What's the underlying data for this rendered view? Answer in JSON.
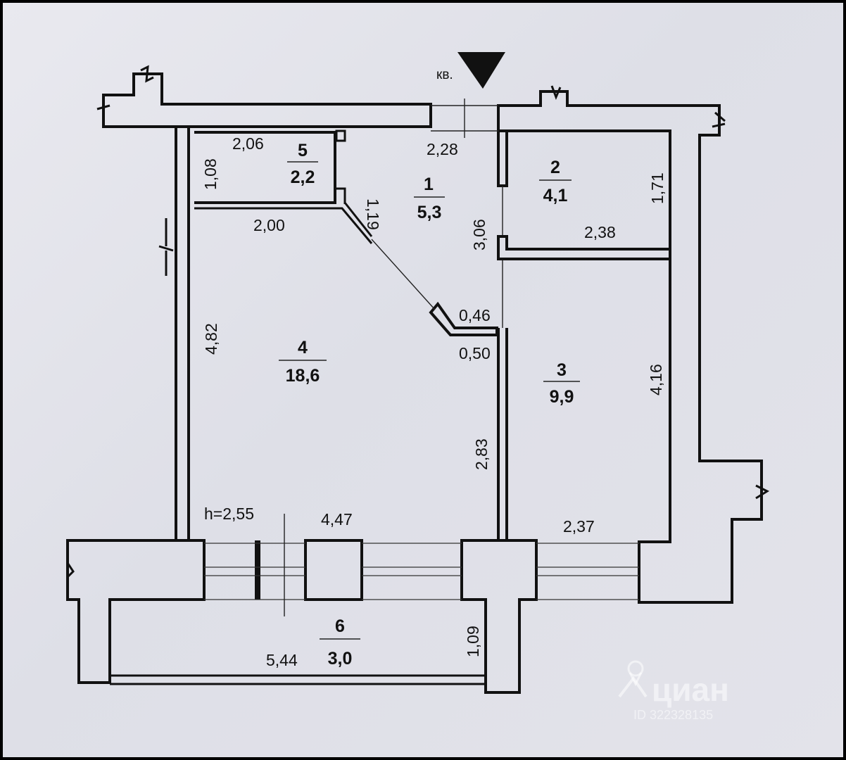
{
  "apartment": {
    "prefix": "кв."
  },
  "ceiling_height": "h=2,55",
  "rooms": [
    {
      "number": "1",
      "area": "5,3"
    },
    {
      "number": "2",
      "area": "4,1"
    },
    {
      "number": "3",
      "area": "9,9"
    },
    {
      "number": "4",
      "area": "18,6"
    },
    {
      "number": "5",
      "area": "2,2"
    },
    {
      "number": "6",
      "area": "3,0"
    }
  ],
  "dimensions": {
    "r5_width": "2,06",
    "r5_height": "1,08",
    "r5_door": "1,19",
    "hall_top": "2,28",
    "hall_depth": "3,06",
    "r4_top": "2,00",
    "r4_left": "4,82",
    "r4_bottom": "4,47",
    "r4_right": "2,83",
    "diag_a": "0,46",
    "diag_b": "0,50",
    "r2_height": "1,71",
    "r2_width": "2,38",
    "r3_height": "4,16",
    "r3_bottom": "2,37",
    "balcony_width": "5,44",
    "balcony_depth": "1,09"
  },
  "watermark": {
    "brand": "циан",
    "id": "ID 322328135"
  }
}
